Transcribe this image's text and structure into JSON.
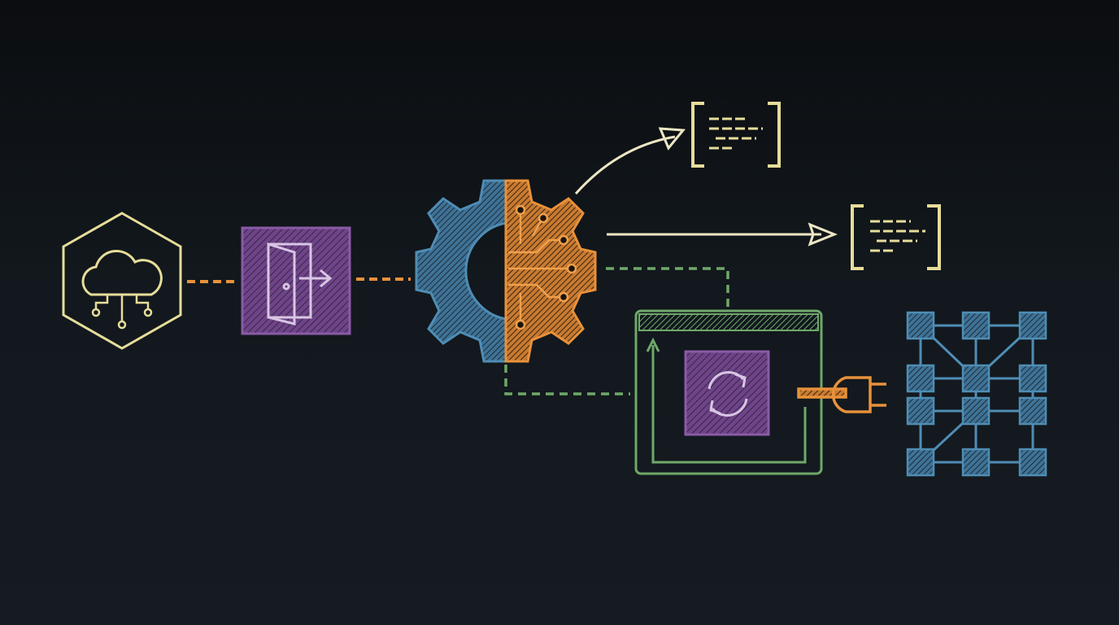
{
  "colors": {
    "background": "#12181d",
    "yellow": "#e6dd9a",
    "orange": "#e8913a",
    "purple": "#7e4f9a",
    "blue": "#4f8db5",
    "green": "#6fa86a",
    "cream": "#ece6c4"
  },
  "nodes": [
    {
      "id": "source",
      "icon": "cloud-network-icon",
      "shape": "hexagon"
    },
    {
      "id": "entry",
      "icon": "door-exit-icon",
      "shape": "square"
    },
    {
      "id": "processor",
      "icon": "gear-circuit-icon",
      "shape": "gear"
    },
    {
      "id": "output-1",
      "icon": "bracket-document-icon"
    },
    {
      "id": "output-2",
      "icon": "bracket-document-icon"
    },
    {
      "id": "loop-window",
      "icon": "window-loop-icon"
    },
    {
      "id": "sync",
      "icon": "refresh-icon",
      "shape": "square"
    },
    {
      "id": "connector",
      "icon": "plug-icon"
    },
    {
      "id": "network",
      "icon": "grid-network-icon"
    }
  ]
}
